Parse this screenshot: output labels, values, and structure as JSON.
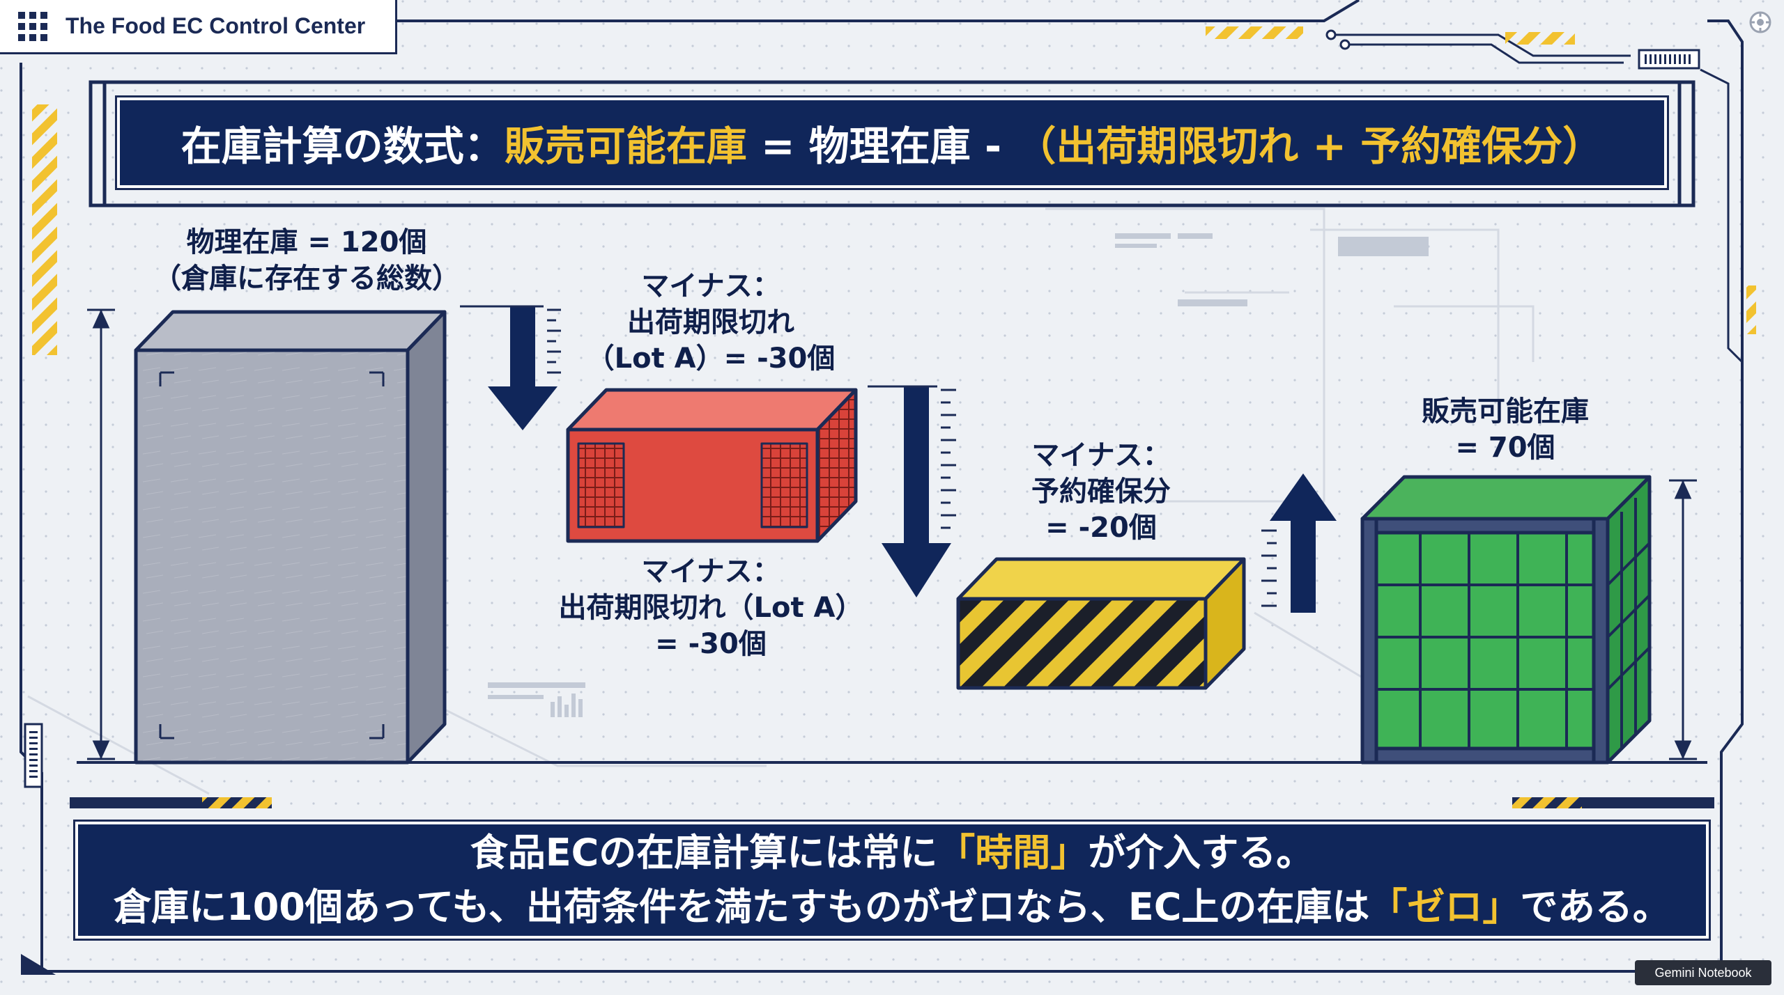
{
  "app": {
    "title": "The Food EC Control Center"
  },
  "banner": {
    "prefix": "在庫計算の数式：",
    "highlight": "販売可能在庫",
    "middle": " = 物理在庫 - ",
    "paren_open": "（",
    "paren_content": "出荷期限切れ + 予約確保分",
    "paren_close": "）"
  },
  "physical": {
    "line1": "物理在庫 = 120個",
    "line2": "（倉庫に存在する総数）"
  },
  "expired_top": {
    "line1": "マイナス：",
    "line2": "出荷期限切れ",
    "line3": "（Lot A）= -30個"
  },
  "expired_bottom": {
    "line1": "マイナス：",
    "line2": "出荷期限切れ（Lot A）",
    "line3": "= -30個"
  },
  "reserved": {
    "line1": "マイナス：",
    "line2": "予約確保分",
    "line3": "= -20個"
  },
  "sellable": {
    "line1": "販売可能在庫",
    "line2": "= 70個"
  },
  "footer": {
    "line1_a": "食品ECの在庫計算には常に",
    "line1_hl": "「時間」",
    "line1_b": "が介入する。",
    "line2_a": "倉庫に100個あっても、出荷条件を満たすものがゼロなら、EC上の在庫は",
    "line2_hl": "「ゼロ」",
    "line2_b": "である。"
  },
  "watermark": "Gemini Notebook",
  "colors": {
    "navy": "#10265a",
    "accent_yellow": "#f2c230",
    "box_gray": "#9ea4b3",
    "box_red": "#de4a40",
    "box_yellow": "#e8c532",
    "box_green": "#3fb356"
  },
  "icons": [
    "grid-menu-icon",
    "down-arrow-icon",
    "up-arrow-icon",
    "settings-icon"
  ]
}
